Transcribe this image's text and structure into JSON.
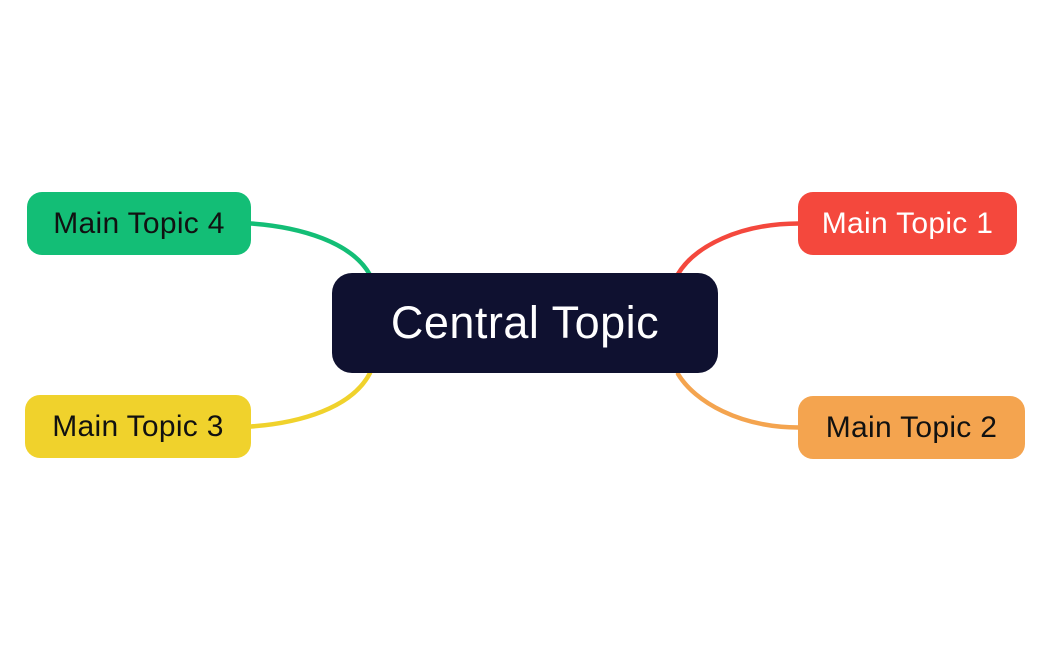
{
  "diagram": {
    "type": "mindmap",
    "canvas_bg": "#FFFFFF",
    "central": {
      "label": "Central Topic",
      "bg_color": "#0F1130",
      "text_color": "#FFFFFF"
    },
    "topics": [
      {
        "label": "Main Topic 1",
        "color": "#F4483D",
        "text_color": "#FFFFFF",
        "position": "right-top"
      },
      {
        "label": "Main Topic 2",
        "color": "#F4A44F",
        "text_color": "#111111",
        "position": "right-bottom"
      },
      {
        "label": "Main Topic 3",
        "color": "#F0D22C",
        "text_color": "#111111",
        "position": "left-bottom"
      },
      {
        "label": "Main Topic 4",
        "color": "#13BE76",
        "text_color": "#111111",
        "position": "left-top"
      }
    ]
  }
}
